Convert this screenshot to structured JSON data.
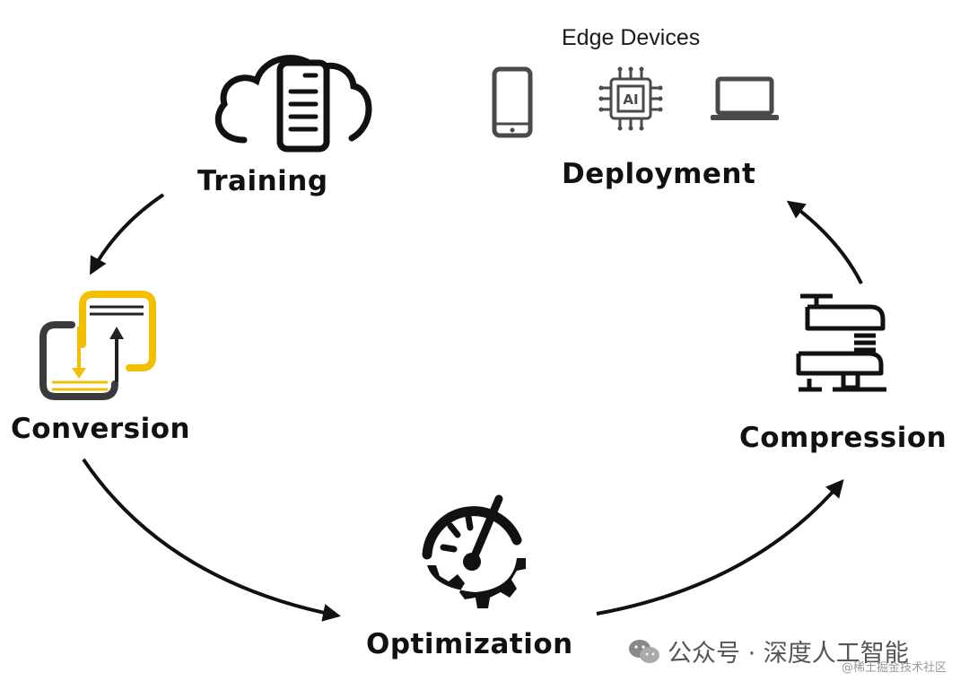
{
  "diagram": {
    "stages": {
      "training": "Training",
      "deployment": "Deployment",
      "conversion": "Conversion",
      "compression": "Compression",
      "optimization": "Optimization"
    },
    "edge_devices_caption": "Edge Devices",
    "chip_label": "AI",
    "colors": {
      "accent": "#F2C000",
      "ink": "#111111",
      "device": "#4a4a4a"
    }
  },
  "watermark": {
    "main": "公众号 · 深度人工智能",
    "sub": "@稀土掘金技术社区"
  }
}
